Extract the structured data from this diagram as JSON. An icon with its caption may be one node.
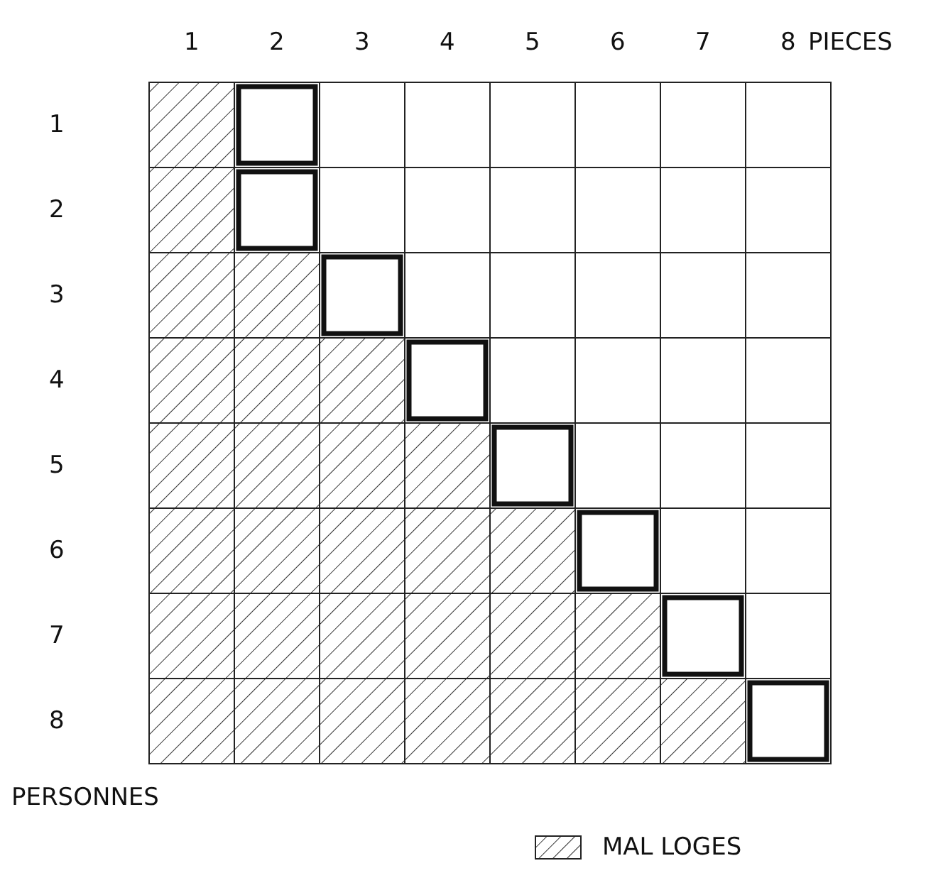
{
  "diagram": {
    "labels": [
      "1",
      "2",
      "3",
      "4",
      "5",
      "6",
      "7",
      "8",
      "PIECES",
      "1",
      "2",
      "3",
      "4",
      "5",
      "6",
      "7",
      "8",
      "PERSONNES"
    ],
    "legend": [
      {
        "text": "MAL LOGES"
      }
    ]
  }
}
